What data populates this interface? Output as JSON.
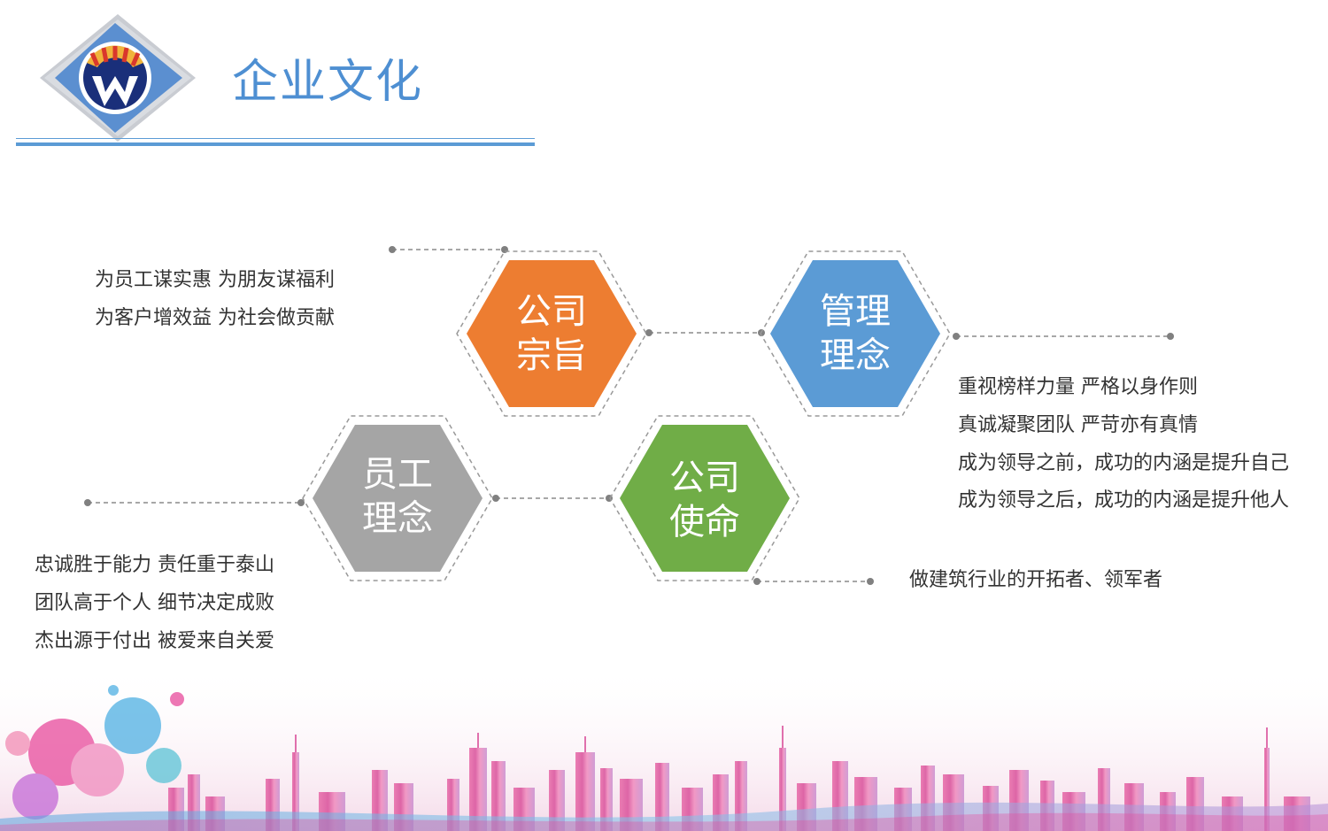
{
  "header": {
    "title": "企业文化"
  },
  "hexagons": {
    "purpose": {
      "line1": "公司",
      "line2": "宗旨",
      "color": "#ed7d31"
    },
    "management": {
      "line1": "管理",
      "line2": "理念",
      "color": "#5b9bd5"
    },
    "staff": {
      "line1": "员工",
      "line2": "理念",
      "color": "#a5a5a5"
    },
    "mission": {
      "line1": "公司",
      "line2": "使命",
      "color": "#70ad47"
    }
  },
  "texts": {
    "purpose": [
      "为员工谋实惠  为朋友谋福利",
      "为客户增效益  为社会做贡献"
    ],
    "management": [
      "重视榜样力量  严格以身作则",
      "真诚凝聚团队  严苛亦有真情",
      "成为领导之前，成功的内涵是提升自己",
      "成为领导之后，成功的内涵是提升他人"
    ],
    "staff": [
      "忠诚胜于能力  责任重于泰山",
      "团队高于个人  细节决定成败",
      "杰出源于付出  被爱来自关爱"
    ],
    "mission": [
      "做建筑行业的开拓者、领军者"
    ]
  },
  "colors": {
    "accent_blue": "#5b9bd5",
    "title_blue": "#4e8fd2",
    "connector_gray": "#888888"
  }
}
